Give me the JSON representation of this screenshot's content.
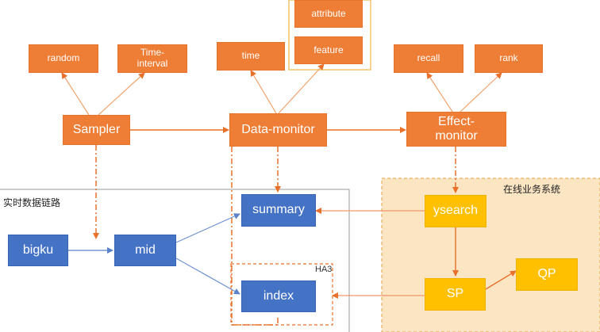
{
  "regions": {
    "realtime_label": "实时数据链路",
    "online_label": "在线业务系统",
    "ha3_label": "HA3"
  },
  "top_row": {
    "random": "random",
    "time_interval": "Time-\ninterval",
    "time": "time",
    "attribute": "attribute",
    "feature": "feature",
    "recall": "recall",
    "rank": "rank"
  },
  "mid_row": {
    "sampler": "Sampler",
    "data_monitor": "Data-monitor",
    "effect_monitor": "Effect-\nmonitor"
  },
  "pipeline": {
    "bigku": "bigku",
    "mid": "mid",
    "summary": "summary",
    "index": "index"
  },
  "online": {
    "ysearch": "ysearch",
    "sp": "SP",
    "qp": "QP"
  },
  "colors": {
    "orange": "#ee7d35",
    "blue": "#4472c4",
    "yellow": "#ffc000",
    "region_bg": "#fbe5c3",
    "dash_orange": "#e8702a"
  }
}
